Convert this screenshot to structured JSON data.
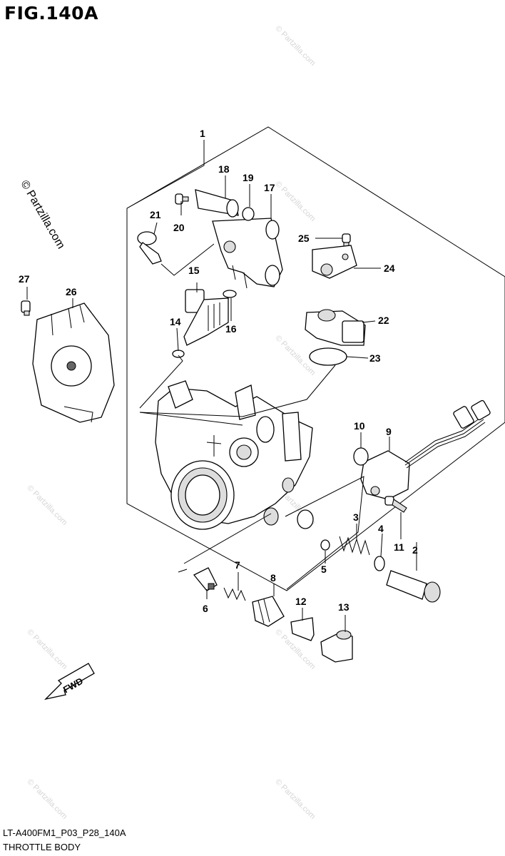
{
  "figure": {
    "title": "FIG.140A",
    "code": "LT-A400FM1_P03_P28_140A",
    "name": "THROTTLE BODY",
    "fwd_label": "FWD"
  },
  "watermark": {
    "main": "© Partzilla.com",
    "small": "© Partzilla.com"
  },
  "callouts": [
    "1",
    "2",
    "3",
    "4",
    "5",
    "6",
    "7",
    "8",
    "9",
    "10",
    "11",
    "12",
    "13",
    "14",
    "15",
    "16",
    "17",
    "18",
    "19",
    "20",
    "21",
    "22",
    "23",
    "24",
    "25",
    "26",
    "27"
  ]
}
